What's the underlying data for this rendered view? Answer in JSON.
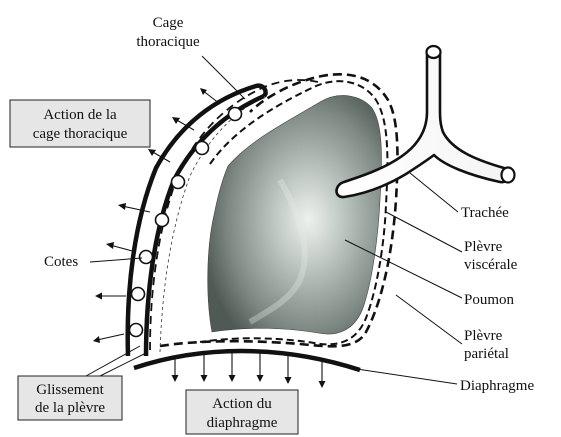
{
  "labels": {
    "cage_line1": "Cage",
    "cage_line2": "thoracique",
    "action_cage_line1": "Action de la",
    "action_cage_line2": "cage thoracique",
    "cotes": "Cotes",
    "trachee": "Trachée",
    "plevre_visc_line1": "Plèvre",
    "plevre_visc_line2": "viscérale",
    "poumon": "Poumon",
    "plevre_par_line1": "Plèvre",
    "plevre_par_line2": "pariétal",
    "glissement_line1": "Glissement",
    "glissement_line2": "de la plèvre",
    "diaphragme": "Diaphragme",
    "action_diaph_line1": "Action du",
    "action_diaph_line2": "diaphragme"
  },
  "colors": {
    "box_fill": "#e6e6e6",
    "lung_light": "#eef1ee",
    "lung_dark": "#4f5a55",
    "line": "#111111"
  }
}
